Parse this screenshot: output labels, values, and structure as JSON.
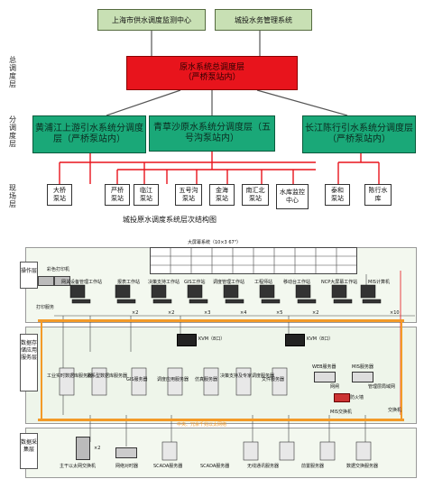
{
  "top": {
    "monitor_center": "上海市供水调度监测中心",
    "district_system": "城投水务管理系统"
  },
  "central": {
    "line1": "原水系统总调度层",
    "line2": "（严桥泵站内）"
  },
  "branches": [
    {
      "text": "黄浦江上游引水系统分调度层（严桥泵站内）"
    },
    {
      "text": "青草沙原水系统分调度层（五号沟泵站内）"
    },
    {
      "text": "长江陈行引水系统分调度层（严桥泵站内）"
    }
  ],
  "sites": [
    "大桥泵站",
    "严桥泵站",
    "临江泵站",
    "五号沟泵站",
    "金海泵站",
    "南汇北泵站",
    "水库监控中心",
    "泰和泵站",
    "陈行水库"
  ],
  "side_labels": {
    "total": "总调度层",
    "branch": "分调度层",
    "site": "现场层"
  },
  "caption": "城投原水调度系统层次结构图",
  "network": {
    "big_screen": "大屏幕系统（10×3 67\"）",
    "zone_labels": [
      "操作层",
      "数据存储应用服务层",
      "数据采集层"
    ],
    "printers": [
      "彩色打印机",
      "打印服务"
    ],
    "workstations": [
      "网关设备管理工作站",
      "报表工作站",
      "决策支持工作站",
      "GIS工作站",
      "调度管理工作站",
      "工程师站",
      "移动台工作站",
      "NCP大屏幕工作站",
      "MIS计算机"
    ],
    "multipliers": [
      "×2",
      "×2",
      "×3",
      "×4",
      "×5",
      "×2",
      "×10"
    ],
    "kvm": [
      "KVM（8口）",
      "KVM（8口）"
    ],
    "servers": [
      "工业实时数据库服务器",
      "关系型数据库服务器",
      "GIS服务器",
      "调度应用服务器",
      "仿真服务器",
      "决策支持及专家调度服务器",
      "文件服务器"
    ],
    "mid_right": [
      "WEB服务器",
      "MIS服务器",
      "网闸",
      "防火墙",
      "交换机"
    ],
    "lan_label": "中央、冗余千兆以太网络",
    "collectors": [
      "主干以太网交换机",
      "网络对时器",
      "SCADA服务器",
      "SCADA服务器",
      "无线通讯服务器",
      "前置服务器",
      "数据交换服务器"
    ],
    "collector_mult": "×2",
    "right_notes": [
      "管理层局域网",
      "MIS交换机"
    ]
  }
}
